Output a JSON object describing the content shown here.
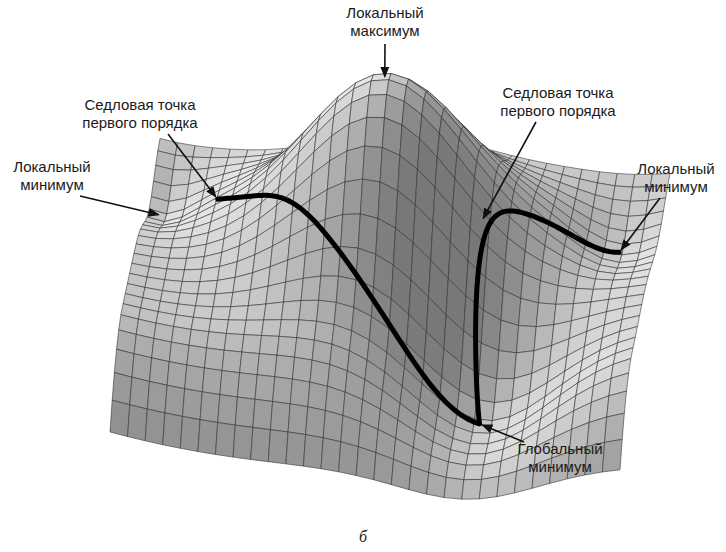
{
  "diagram": {
    "labels": [
      "Локальный максимум",
      "Седловая точка первого порядка",
      "Седловая точка первого порядка",
      "Локальный минимум",
      "Локальный минимум",
      "Глобальный минимум",
      "б"
    ]
  }
}
